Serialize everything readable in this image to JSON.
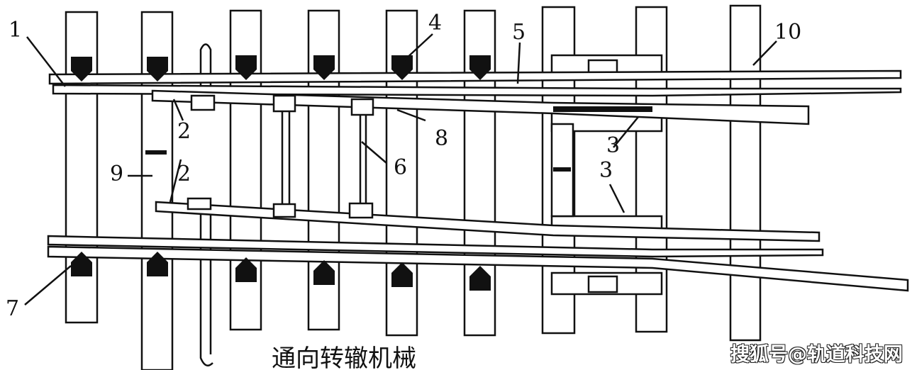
{
  "diagram": {
    "labels": [
      "1",
      "2",
      "2",
      "3",
      "3",
      "4",
      "5",
      "6",
      "7",
      "8",
      "9",
      "10"
    ],
    "caption": "通向转辙机械",
    "watermark": "搜狐号@轨道科技网"
  }
}
